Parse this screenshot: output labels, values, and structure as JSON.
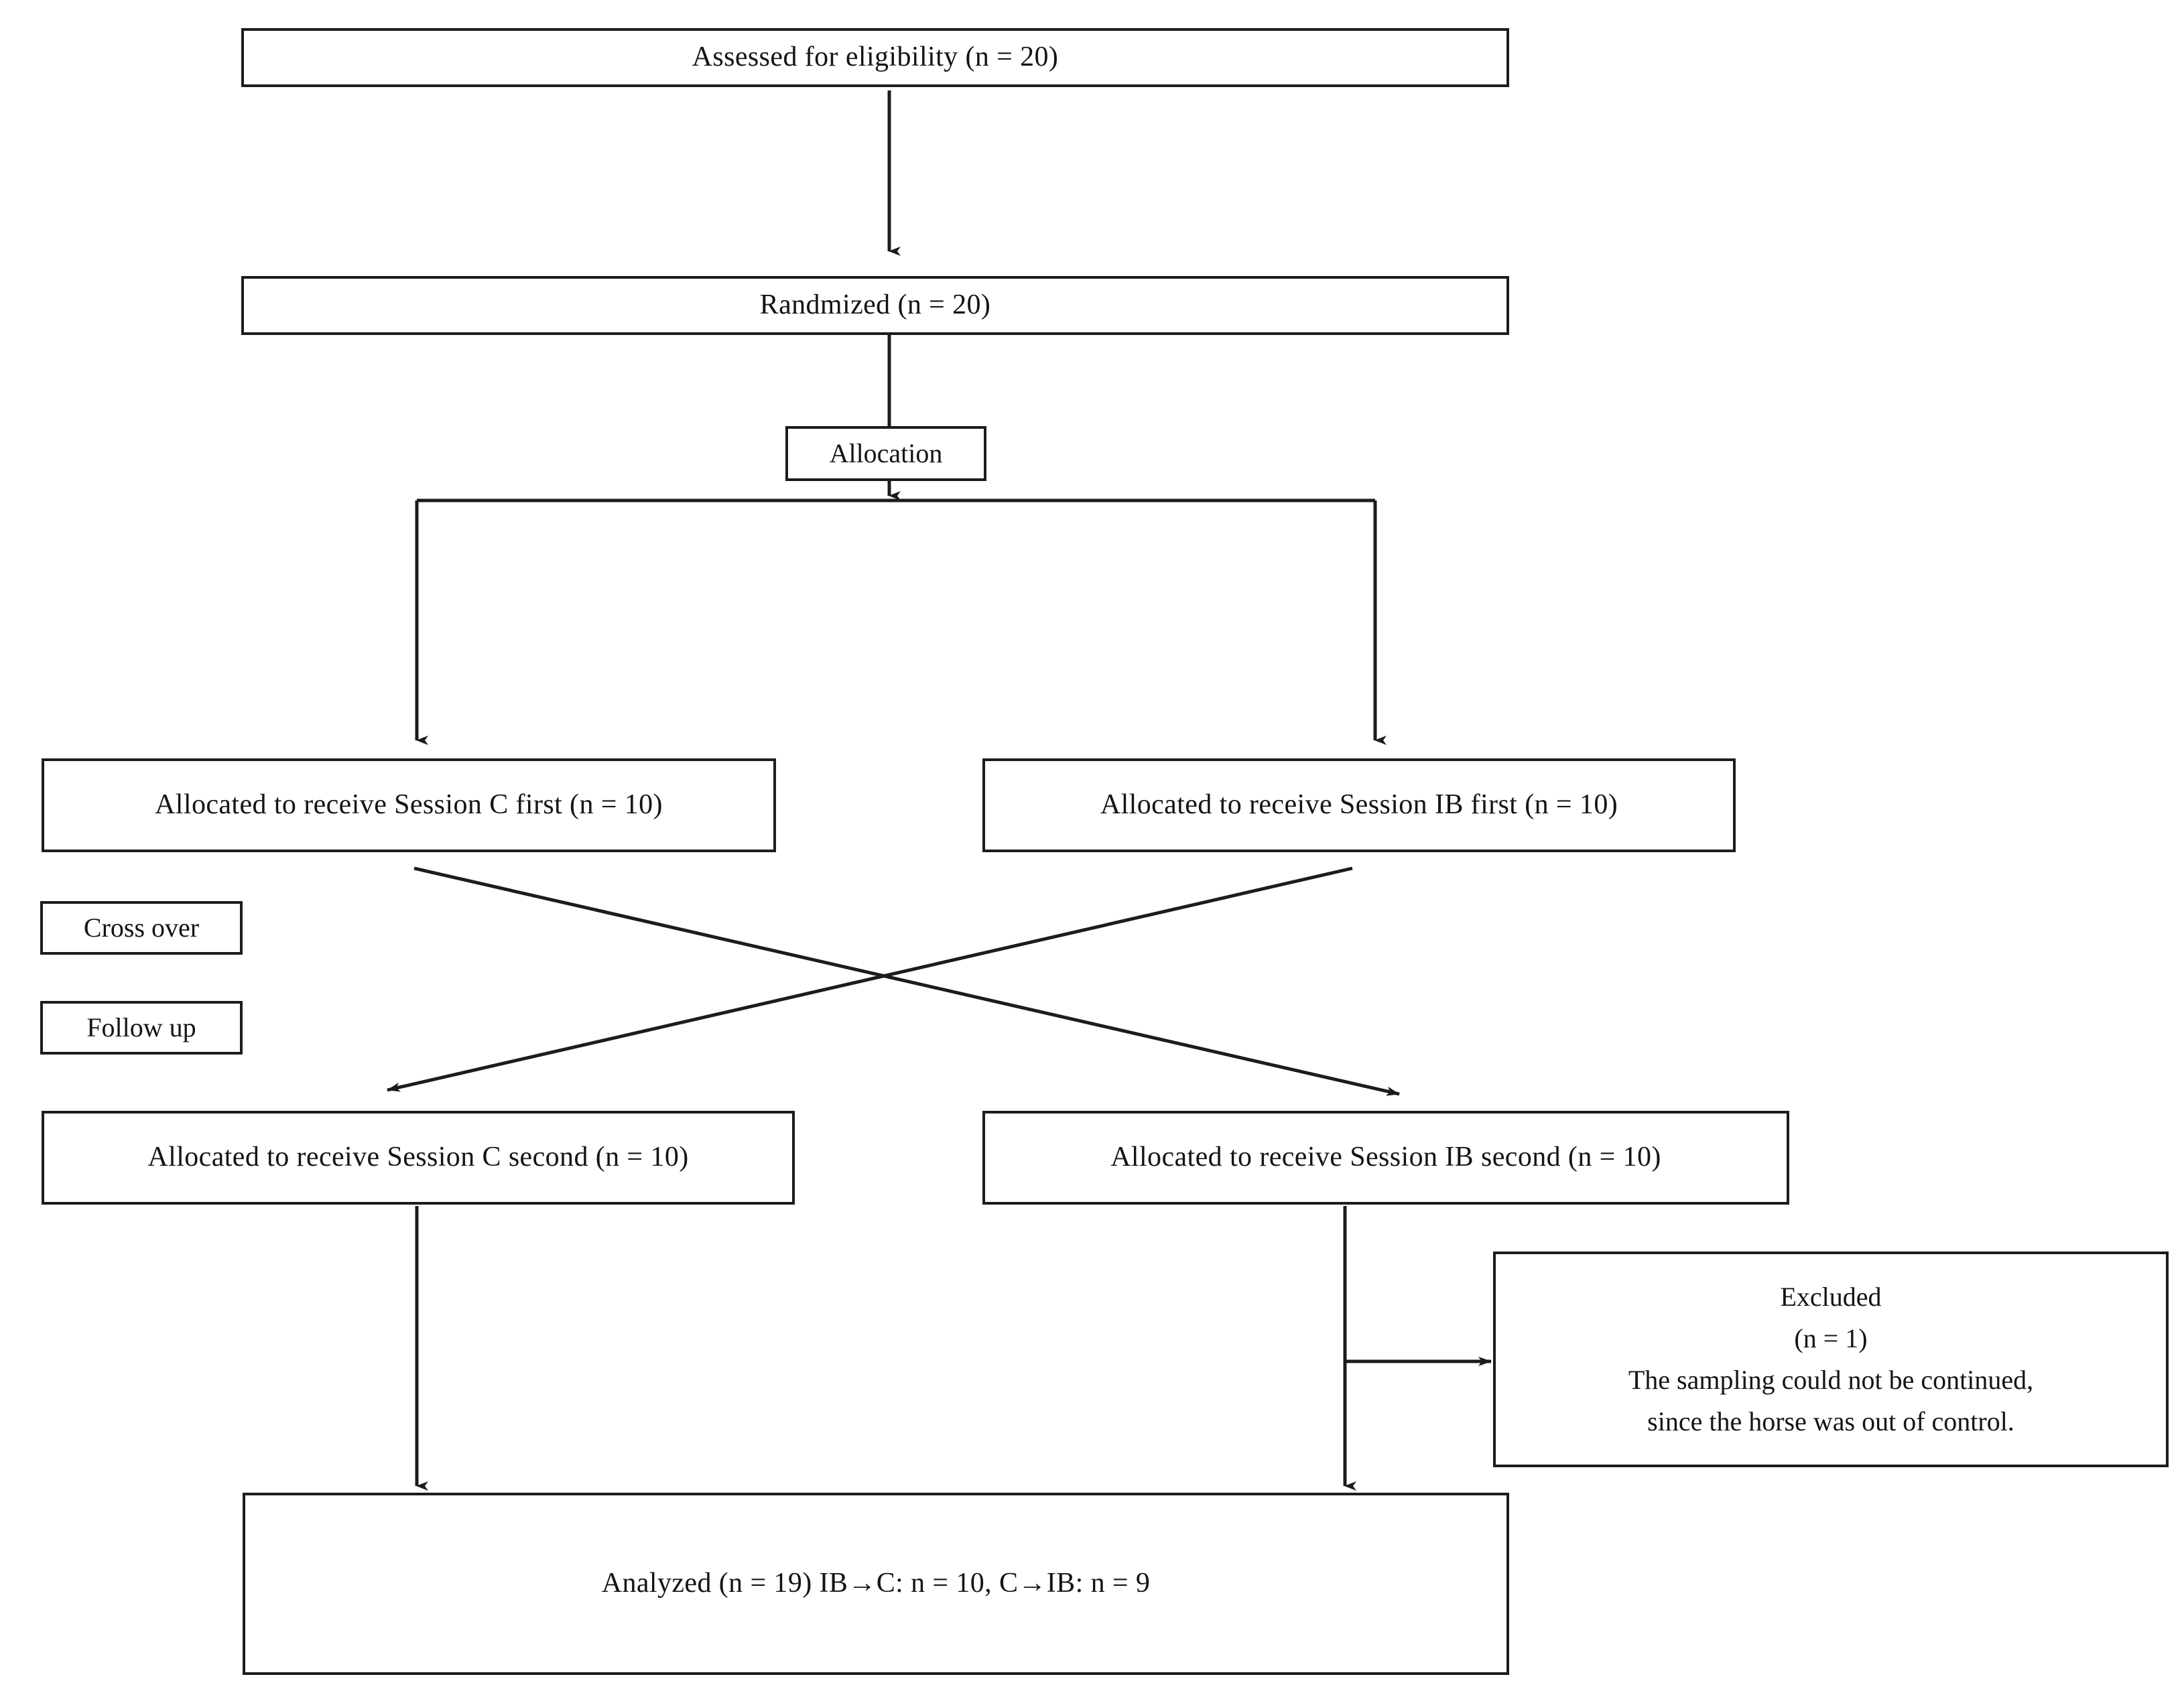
{
  "diagram": {
    "type": "consort-flow-diagram",
    "title": "CONSORT crossover trial flow diagram",
    "colors": {
      "stroke": "#1c1c1c",
      "background": "#ffffff",
      "text": "#141414"
    },
    "nodes": {
      "assessed": {
        "label": "Assessed for eligibility (n = 20)",
        "n": 20
      },
      "randomized": {
        "label": "Randmized (n = 20)",
        "n": 20
      },
      "allocation_stage": {
        "label": "Allocation"
      },
      "allocated_c_first": {
        "label": "Allocated to receive Session C first (n = 10)",
        "n": 10
      },
      "allocated_ib_first": {
        "label": "Allocated to receive Session IB first (n = 10)",
        "n": 10
      },
      "crossover_stage": {
        "label": "Cross over"
      },
      "followup_stage": {
        "label": "Follow up"
      },
      "allocated_c_second": {
        "label": "Allocated to receive Session C second (n = 10)",
        "n": 10
      },
      "allocated_ib_second": {
        "label": "Allocated to receive Session IB second (n = 10)",
        "n": 10
      },
      "excluded": {
        "line1": "Excluded",
        "line2": "(n = 1)",
        "line3": "The sampling could not be continued,",
        "line4": "since the horse was out of control.",
        "n": 1
      },
      "analyzed": {
        "label": "Analyzed (n = 19) IB→C: n = 10, C→IB: n = 9",
        "n": 19,
        "ib_to_c": 10,
        "c_to_ib": 9
      }
    },
    "edges": [
      {
        "name": "assessed-to-randomized",
        "kind": "vertical-arrow"
      },
      {
        "name": "randomized-split-left",
        "kind": "elbow-arrow"
      },
      {
        "name": "randomized-split-right",
        "kind": "elbow-arrow"
      },
      {
        "name": "c-first-to-ib-second",
        "kind": "diagonal-arrow"
      },
      {
        "name": "ib-first-to-c-second",
        "kind": "diagonal-arrow"
      },
      {
        "name": "c-second-to-analyzed",
        "kind": "vertical-arrow"
      },
      {
        "name": "ib-second-to-analyzed",
        "kind": "vertical-arrow"
      },
      {
        "name": "ib-second-to-excluded",
        "kind": "horizontal-arrow"
      }
    ]
  }
}
